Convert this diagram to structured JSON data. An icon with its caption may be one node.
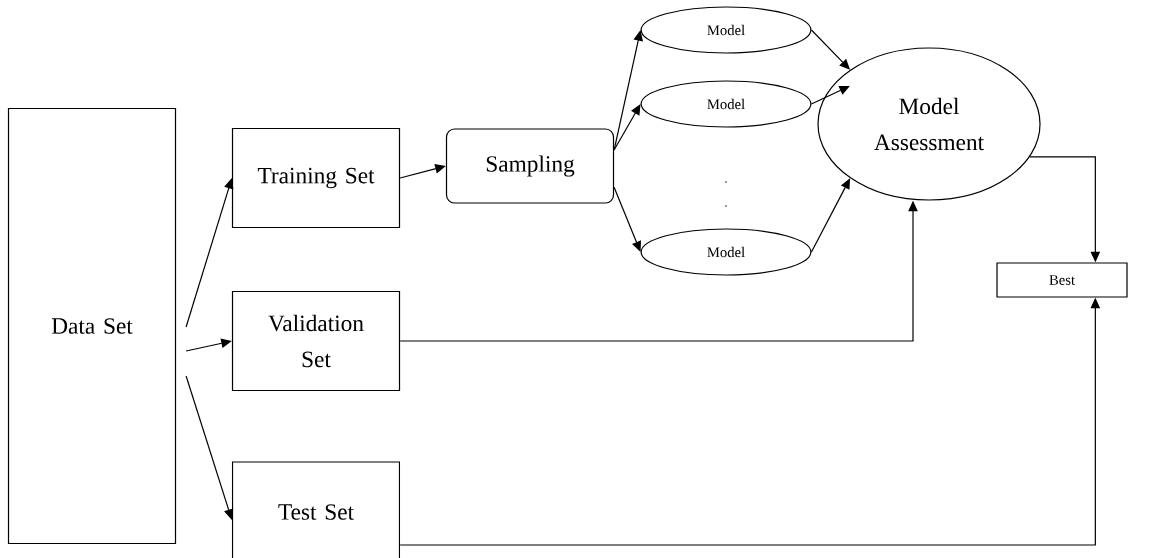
{
  "diagram": {
    "nodes": [
      {
        "text": [
          "Data Set"
        ]
      },
      {
        "text": [
          "Training Set"
        ]
      },
      {
        "text": [
          "Validation Set"
        ]
      },
      {
        "text": [
          "Test Set"
        ]
      },
      {
        "text": [
          "Sampling"
        ]
      },
      {
        "text": [
          "Model"
        ]
      },
      {
        "text": [
          "Model"
        ]
      },
      {
        "text": [
          "Model"
        ]
      },
      {
        "text": [
          "Model Assessment"
        ]
      },
      {
        "text": [
          "Best"
        ]
      }
    ],
    "edges": [
      {
        "from": 0,
        "to": 1,
        "arrow": "to"
      },
      {
        "from": 0,
        "to": 2,
        "arrow": "to"
      },
      {
        "from": 0,
        "to": 3,
        "arrow": "to"
      },
      {
        "from": 1,
        "to": 4,
        "arrow": "to"
      },
      {
        "from": 4,
        "to": 5,
        "arrow": "to"
      },
      {
        "from": 4,
        "to": 6,
        "arrow": "to"
      },
      {
        "from": 4,
        "to": 7,
        "arrow": "to"
      },
      {
        "from": 5,
        "to": 8,
        "arrow": "to"
      },
      {
        "from": 6,
        "to": 8,
        "arrow": "to"
      },
      {
        "from": 7,
        "to": 8,
        "arrow": "to"
      },
      {
        "from": 2,
        "to": 8,
        "arrow": "to"
      },
      {
        "from": 8,
        "to": 9,
        "arrow": "to"
      },
      {
        "from": 3,
        "to": 9,
        "arrow": "to"
      }
    ]
  }
}
